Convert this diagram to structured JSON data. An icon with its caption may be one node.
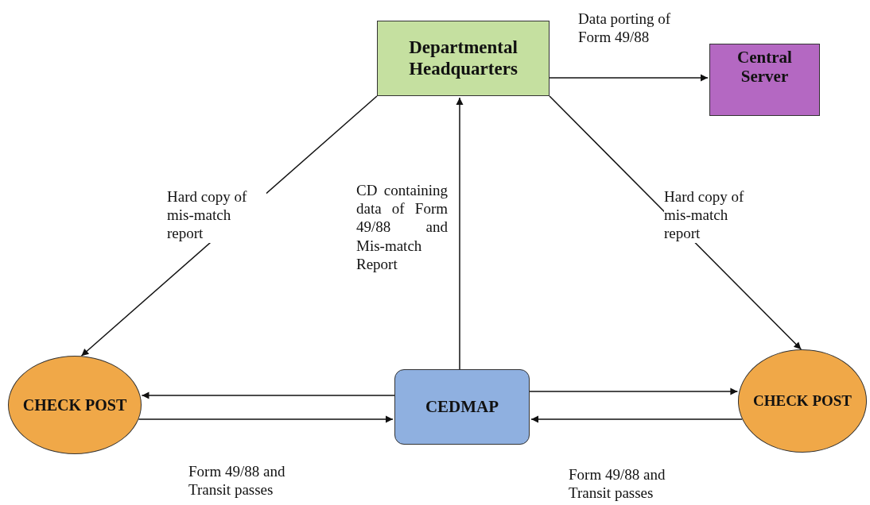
{
  "diagram": {
    "nodes": [
      {
        "text": [
          "Departmental Headquarters"
        ]
      },
      {
        "text": [
          "Central Server"
        ]
      },
      {
        "text": [
          "CHECK POST"
        ]
      },
      {
        "text": [
          "CEDMAP"
        ]
      },
      {
        "text": [
          "CHECK POST"
        ]
      }
    ],
    "edges": [
      {
        "from": 0,
        "to": 1,
        "arrow": "to",
        "label": "Data porting of Form 49/88"
      },
      {
        "from": 0,
        "to": 2,
        "arrow": "to",
        "label": "Hard copy of mis-match report"
      },
      {
        "from": 0,
        "to": 4,
        "arrow": "to",
        "label": "Hard copy of mis-match report"
      },
      {
        "from": 3,
        "to": 0,
        "arrow": "to",
        "label": "CD containing data of Form 49/88 and Mis-match Report"
      },
      {
        "from": 3,
        "to": 2,
        "arrow": "to"
      },
      {
        "from": 2,
        "to": 3,
        "arrow": "to",
        "label": "Form 49/88 and Transit passes"
      },
      {
        "from": 3,
        "to": 4,
        "arrow": "to"
      },
      {
        "from": 4,
        "to": 3,
        "arrow": "to",
        "label": "Form 49/88 and Transit passes"
      }
    ]
  }
}
